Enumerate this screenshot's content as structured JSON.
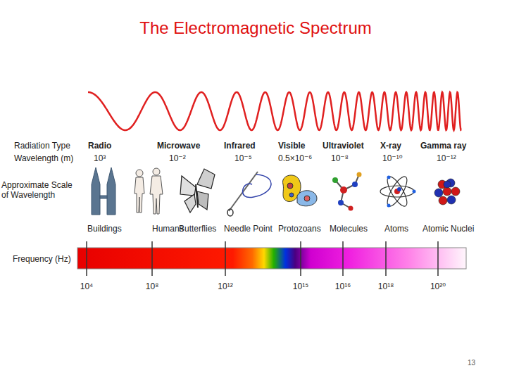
{
  "diagram": {
    "title": "The Electromagnetic Spectrum",
    "labels": [
      "Radiation Type",
      "Radio",
      "Microwave",
      "Infrared",
      "Visible",
      "Ultraviolet",
      "X-ray",
      "Gamma ray",
      "Wavelength (m)",
      "10³",
      "10⁻²",
      "10⁻⁵",
      "0.5×10⁻⁶",
      "10⁻⁸",
      "10⁻¹⁰",
      "10⁻¹²",
      "Approximate Scale of Wavelength",
      "Buildings",
      "Humans",
      "Butterflies",
      "Needle Point",
      "Protozoans",
      "Molecules",
      "Atoms",
      "Atomic Nuclei",
      "Frequency (Hz)",
      "10⁴",
      "10⁸",
      "10¹²",
      "10¹⁵",
      "10¹⁶",
      "10¹⁸",
      "10²⁰",
      "13"
    ]
  }
}
